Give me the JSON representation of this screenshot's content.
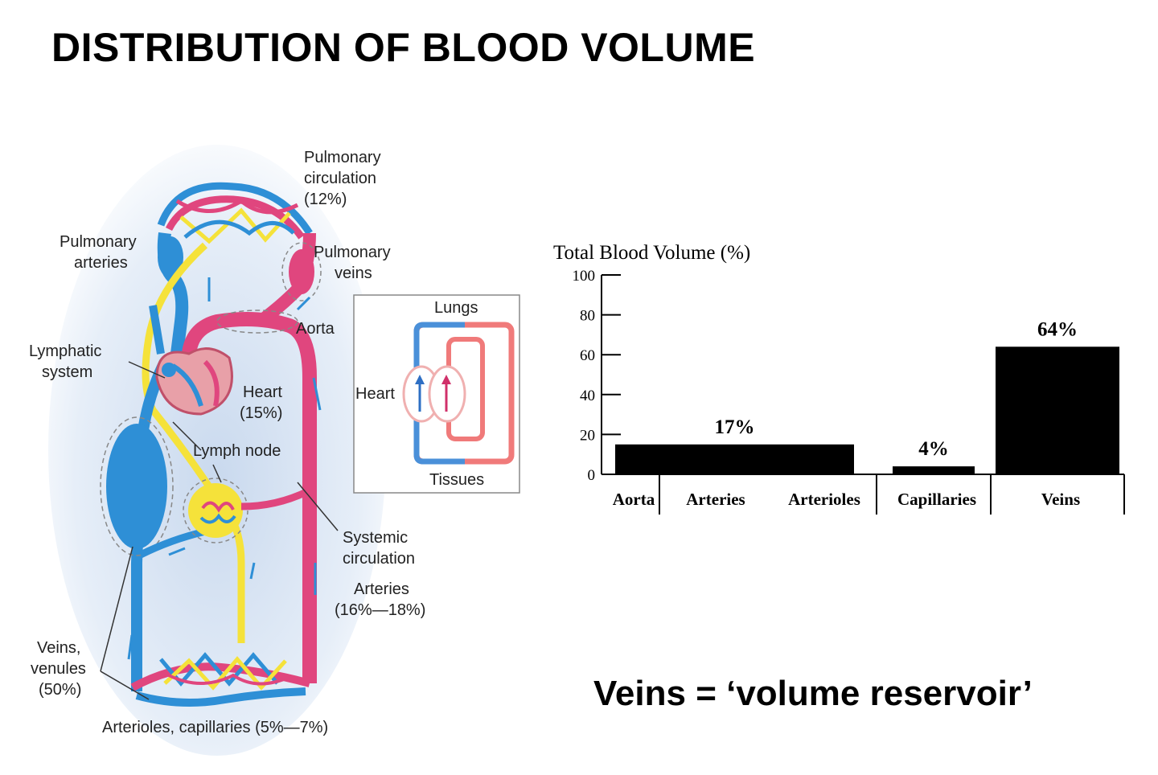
{
  "slide": {
    "title": "DISTRIBUTION OF BLOOD VOLUME",
    "takeaway": "Veins = ‘volume reservoir’"
  },
  "diagram": {
    "labels": {
      "pulmonary_circulation": [
        "Pulmonary",
        "circulation",
        "(12%)"
      ],
      "pulmonary_arteries": [
        "Pulmonary",
        "arteries"
      ],
      "pulmonary_veins": [
        "Pulmonary",
        "veins"
      ],
      "aorta": "Aorta",
      "lymphatic_system": [
        "Lymphatic",
        "system"
      ],
      "heart": [
        "Heart",
        "(15%)"
      ],
      "lymph_node": "Lymph node",
      "systemic_circulation": [
        "Systemic",
        "circulation"
      ],
      "arteries": [
        "Arteries",
        "(16%—18%)"
      ],
      "veins_venules": [
        "Veins,",
        "venules",
        "(50%)"
      ],
      "arterioles_capillaries": "Arterioles, capillaries (5%—7%)"
    },
    "inset": {
      "lungs": "Lungs",
      "heart": "Heart",
      "tissues": "Tissues"
    },
    "colors": {
      "venous": "#2e8fd6",
      "arterial": "#e0467e",
      "lymph": "#f5e23a"
    }
  },
  "chart_data": {
    "type": "bar",
    "title": "Total Blood Volume (%)",
    "ylim": [
      0,
      100
    ],
    "yticks": [
      0,
      20,
      40,
      60,
      80,
      100
    ],
    "categories": [
      "Aorta",
      "Arteries",
      "Arterioles",
      "Capillaries",
      "Veins"
    ],
    "groups": [
      {
        "members": [
          "Aorta",
          "Arteries",
          "Arterioles"
        ],
        "value": 15,
        "label": "17%"
      },
      {
        "members": [
          "Capillaries"
        ],
        "value": 4,
        "label": "4%"
      },
      {
        "members": [
          "Veins"
        ],
        "value": 64,
        "label": "64%"
      }
    ],
    "grid": false,
    "bar_color": "#000000"
  }
}
